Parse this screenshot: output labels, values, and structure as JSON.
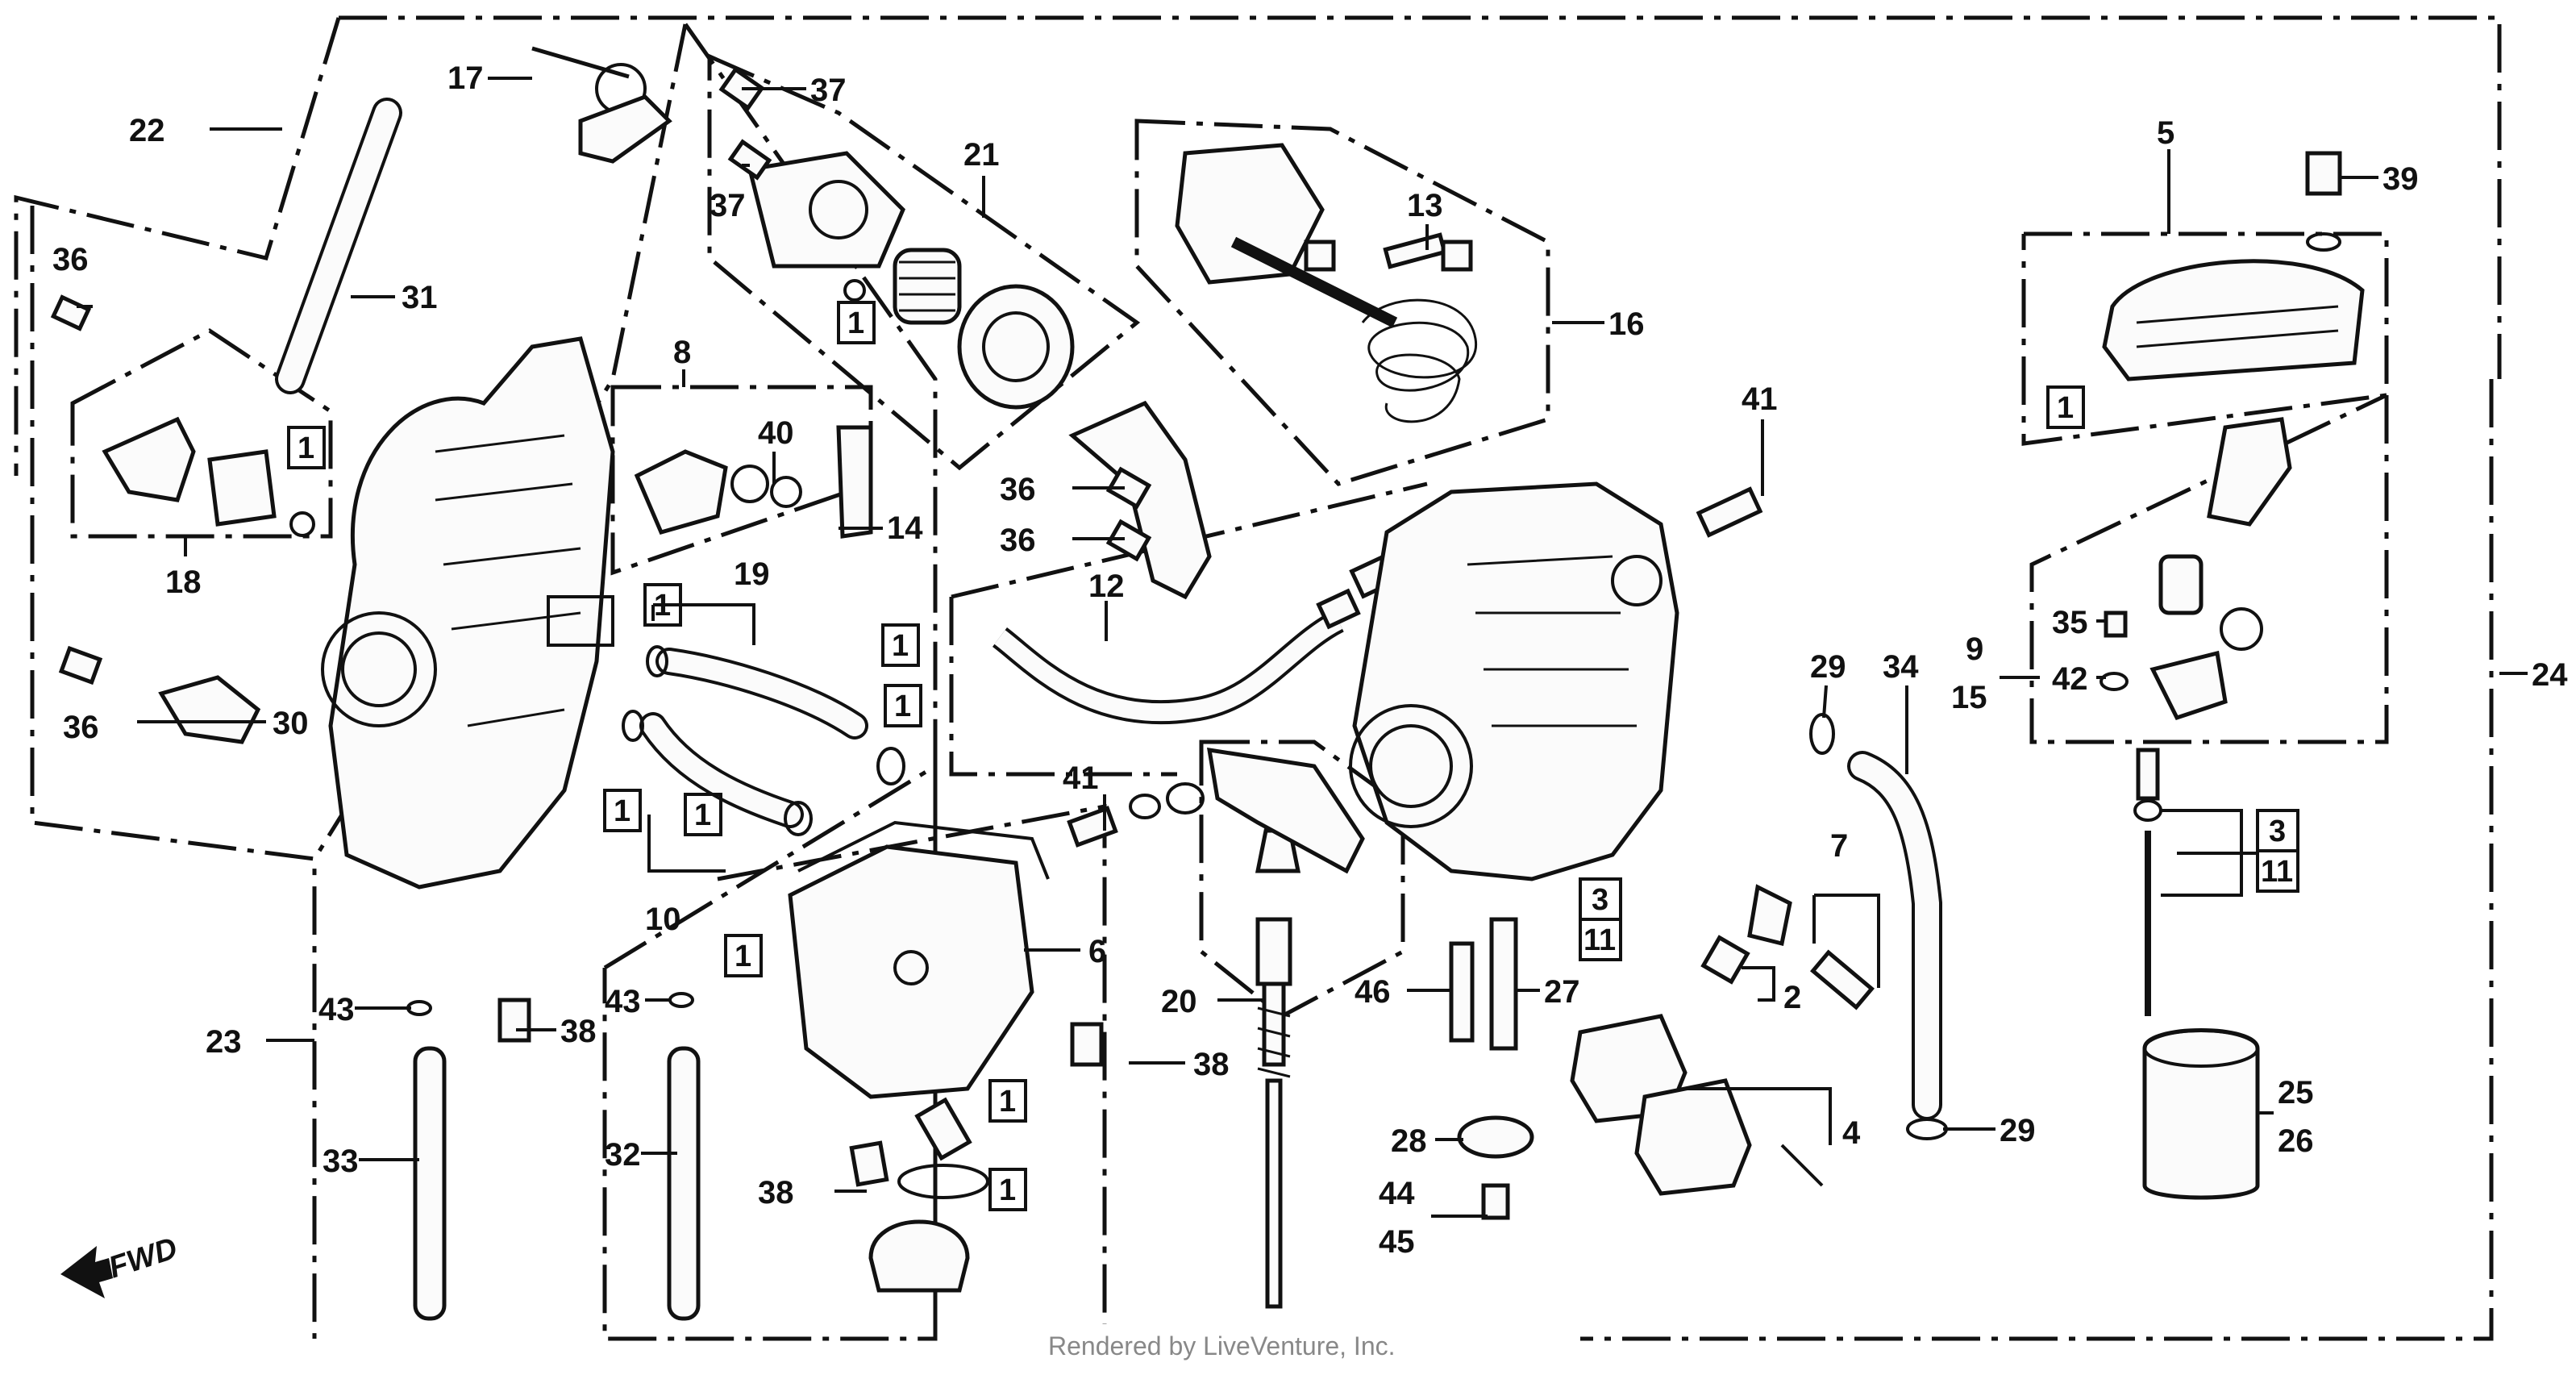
{
  "diagram": {
    "callouts": [
      {
        "id": "c17",
        "text": "17"
      },
      {
        "id": "c22",
        "text": "22"
      },
      {
        "id": "c31",
        "text": "31"
      },
      {
        "id": "c36a",
        "text": "36"
      },
      {
        "id": "c18",
        "text": "18"
      },
      {
        "id": "c36b",
        "text": "36"
      },
      {
        "id": "c30",
        "text": "30"
      },
      {
        "id": "c8",
        "text": "8"
      },
      {
        "id": "c40",
        "text": "40"
      },
      {
        "id": "c14",
        "text": "14"
      },
      {
        "id": "c19",
        "text": "19"
      },
      {
        "id": "c10",
        "text": "10"
      },
      {
        "id": "c37a",
        "text": "37"
      },
      {
        "id": "c37b",
        "text": "37"
      },
      {
        "id": "c21",
        "text": "21"
      },
      {
        "id": "c36c",
        "text": "36"
      },
      {
        "id": "c36d",
        "text": "36"
      },
      {
        "id": "c12",
        "text": "12"
      },
      {
        "id": "c13",
        "text": "13"
      },
      {
        "id": "c16",
        "text": "16"
      },
      {
        "id": "c41a",
        "text": "41"
      },
      {
        "id": "c41b",
        "text": "41"
      },
      {
        "id": "c6",
        "text": "6"
      },
      {
        "id": "c20",
        "text": "20"
      },
      {
        "id": "c38a",
        "text": "38"
      },
      {
        "id": "c38b",
        "text": "38"
      },
      {
        "id": "c38c",
        "text": "38"
      },
      {
        "id": "c43a",
        "text": "43"
      },
      {
        "id": "c43b",
        "text": "43"
      },
      {
        "id": "c23",
        "text": "23"
      },
      {
        "id": "c33",
        "text": "33"
      },
      {
        "id": "c32",
        "text": "32"
      },
      {
        "id": "c46",
        "text": "46"
      },
      {
        "id": "c27",
        "text": "27"
      },
      {
        "id": "c28",
        "text": "28"
      },
      {
        "id": "c44",
        "text": "44"
      },
      {
        "id": "c45",
        "text": "45"
      },
      {
        "id": "c29a",
        "text": "29"
      },
      {
        "id": "c34",
        "text": "34"
      },
      {
        "id": "c7",
        "text": "7"
      },
      {
        "id": "c2",
        "text": "2"
      },
      {
        "id": "c4",
        "text": "4"
      },
      {
        "id": "c29b",
        "text": "29"
      },
      {
        "id": "c5",
        "text": "5"
      },
      {
        "id": "c39",
        "text": "39"
      },
      {
        "id": "c9",
        "text": "9"
      },
      {
        "id": "c15",
        "text": "15"
      },
      {
        "id": "c35",
        "text": "35"
      },
      {
        "id": "c42",
        "text": "42"
      },
      {
        "id": "c24",
        "text": "24"
      },
      {
        "id": "c25",
        "text": "25"
      },
      {
        "id": "c26",
        "text": "26"
      }
    ],
    "kit_boxes": [
      {
        "id": "k1a",
        "text": "1"
      },
      {
        "id": "k1b",
        "text": "1"
      },
      {
        "id": "k1c",
        "text": "1"
      },
      {
        "id": "k1d",
        "text": "1"
      },
      {
        "id": "k1e",
        "text": "1"
      },
      {
        "id": "k1f",
        "text": "1"
      },
      {
        "id": "k1g",
        "text": "1"
      },
      {
        "id": "k1h",
        "text": "1"
      },
      {
        "id": "k1i",
        "text": "1"
      },
      {
        "id": "k1j",
        "text": "1"
      },
      {
        "id": "k3a",
        "text": "3"
      },
      {
        "id": "k11a",
        "text": "11"
      },
      {
        "id": "k3b",
        "text": "3"
      },
      {
        "id": "k11b",
        "text": "11"
      },
      {
        "id": "k1k",
        "text": "1"
      }
    ],
    "direction_label": "FWD",
    "footer_text": "Rendered by LiveVenture, Inc."
  }
}
